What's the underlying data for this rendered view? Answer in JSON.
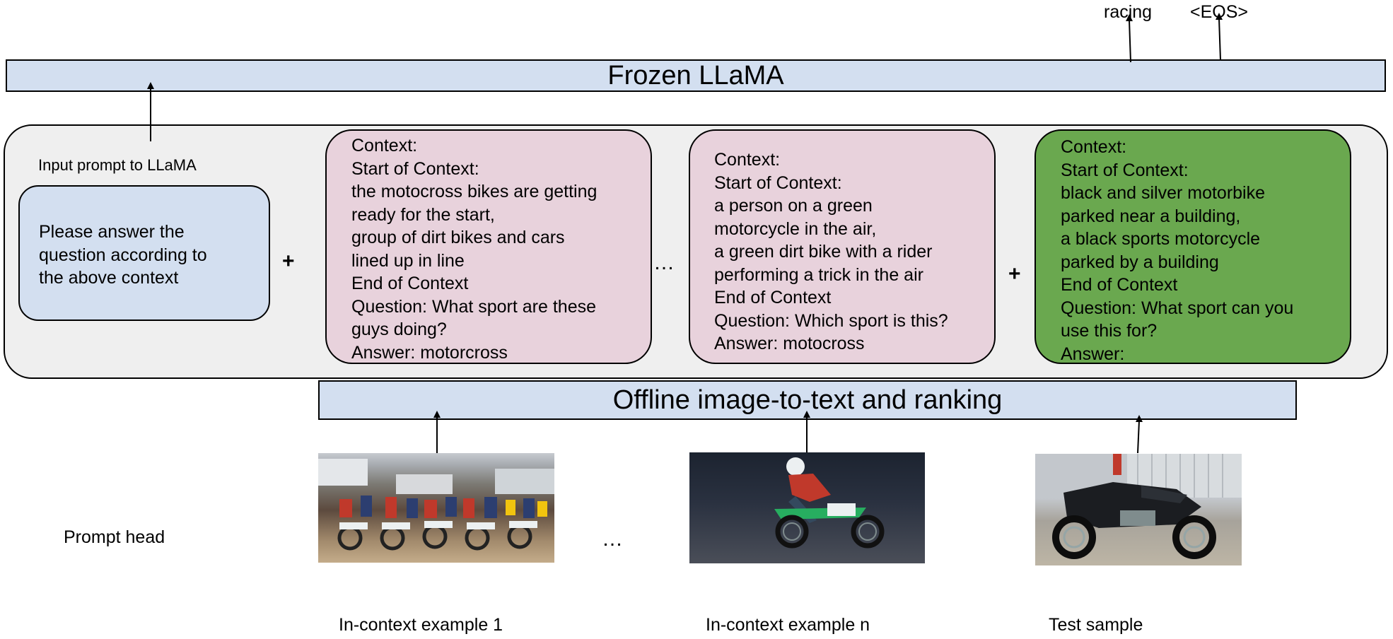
{
  "output_tokens": [
    "racing",
    "<EOS>"
  ],
  "frozen_model": {
    "title": "Frozen LLaMA"
  },
  "prompt": {
    "input_label": "Input prompt to LLaMA",
    "instruction_lines": [
      "Please answer the",
      "question according to",
      "the above context"
    ],
    "plus_symbol": "+",
    "ellipsis": "…",
    "example_1_lines": [
      "Context:",
      "Start of Context:",
      "the motocross bikes are getting",
      "ready for the start,",
      "group of dirt bikes and cars",
      "lined up in line",
      "End of Context",
      "Question: What sport are these",
      "guys doing?",
      "Answer: motorcross"
    ],
    "example_n_lines": [
      "Context:",
      "Start of Context:",
      "a person on a green",
      "motorcycle in the air,",
      "a green dirt bike with a rider",
      "performing a trick in the air",
      "End of Context",
      "Question: Which sport is this?",
      "Answer: motocross"
    ],
    "test_lines": [
      "Context:",
      "Start of Context:",
      "black and silver motorbike",
      "parked near a building,",
      "a black sports motorcycle",
      "parked by a building",
      "End of Context",
      "Question: What sport can you",
      "use this for?",
      "Answer:"
    ]
  },
  "offline_stage": {
    "title": "Offline image-to-text and ranking"
  },
  "prompt_head": {
    "label": "Prompt head",
    "ellipsis": "…",
    "captions": [
      "In-context example 1",
      "In-context example n",
      "Test sample"
    ]
  },
  "colors": {
    "band": "#d3dff0",
    "outer_panel": "#efefef",
    "example_box": "#e8d2dc",
    "test_box": "#6aa84f"
  },
  "image_icons": [
    "motocross-start-line-image",
    "dirt-bike-jump-image",
    "parked-motorcycle-image"
  ]
}
